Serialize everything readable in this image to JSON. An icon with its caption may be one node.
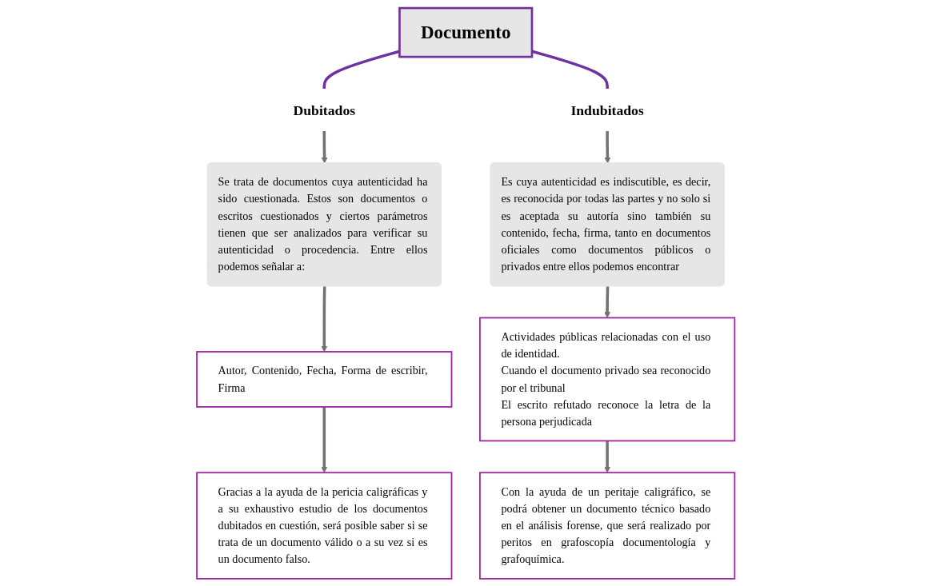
{
  "diagram": {
    "nodes": [
      {
        "text": [
          "Documento"
        ]
      },
      {
        "text": [
          "Dubitados"
        ]
      },
      {
        "text": [
          "Indubitados"
        ]
      },
      {
        "text": [
          "Se trata de documentos cuya autenticidad ha sido cuestionada. Estos son documentos o escritos cuestionados y ciertos parámetros tienen que ser analizados para verificar su autenticidad o procedencia. Entre ellos podemos señalar a:"
        ]
      },
      {
        "text": [
          "Autor, Contenido, Fecha, Forma de escribir, Firma"
        ]
      },
      {
        "text": [
          "Gracias a la ayuda de la pericia caligráficas y a su exhaustivo estudio de los documentos dubitados en cuestión, será posible saber si se trata de un documento válido o a su vez si es un documento falso."
        ]
      },
      {
        "text": [
          "Es cuya autenticidad es indiscutible, es decir, es reconocida por todas las partes y no solo si es aceptada su autoría sino también su contenido, fecha, firma, tanto en documentos oficiales como documentos públicos o privados entre ellos podemos encontrar"
        ]
      },
      {
        "text": [
          "Actividades públicas relacionadas con el uso de identidad.",
          "Cuando el documento privado sea reconocido por el tribunal",
          "El escrito refutado reconoce la letra de la persona perjudicada"
        ]
      },
      {
        "text": [
          "Con la ayuda de un peritaje caligráfico, se podrá obtener un documento técnico basado en el análisis forense, que será realizado por peritos en grafoscopía documentología y grafoquímica."
        ]
      }
    ],
    "edges": [
      {
        "from": 0,
        "to": 1,
        "arrow": "none",
        "color": "#7030a0"
      },
      {
        "from": 0,
        "to": 2,
        "arrow": "none",
        "color": "#7030a0"
      },
      {
        "from": 1,
        "to": 3,
        "arrow": "to"
      },
      {
        "from": 2,
        "to": 6,
        "arrow": "to"
      },
      {
        "from": 3,
        "to": 4,
        "arrow": "to"
      },
      {
        "from": 4,
        "to": 5,
        "arrow": "to"
      },
      {
        "from": 6,
        "to": 7,
        "arrow": "to"
      },
      {
        "from": 7,
        "to": 8,
        "arrow": "to"
      }
    ]
  }
}
